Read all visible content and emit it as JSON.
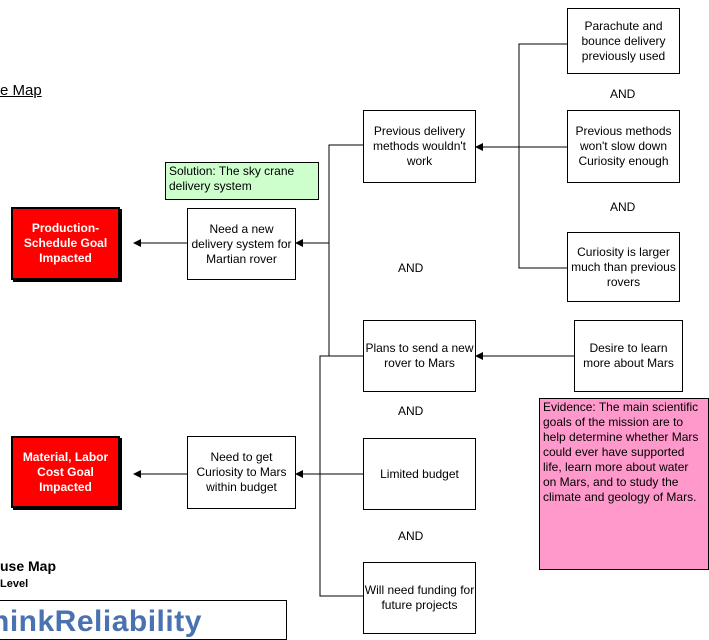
{
  "page": {
    "title_fragment": "e Map",
    "footer_title": "use Map",
    "footer_level": "Level",
    "logo_text": "hinkReliability"
  },
  "goals": {
    "production": "Production-Schedule Goal Impacted",
    "cost": "Material, Labor Cost Goal Impacted"
  },
  "causes": {
    "need_delivery": "Need a new delivery system for Martian rover",
    "need_budget": "Need to get Curiosity to Mars within budget",
    "prev_delivery": "Previous delivery methods wouldn't work",
    "plans_rover": "Plans to send a new rover to Mars",
    "limited_budget": "Limited budget",
    "future_funding": "Will need funding for future projects",
    "parachute": "Parachute and bounce delivery previously used",
    "prev_methods": "Previous methods won't slow down Curiosity enough",
    "larger": "Curiosity is larger much than previous rovers",
    "desire": "Desire to learn more about Mars"
  },
  "notes": {
    "solution": "Solution: The sky crane delivery system",
    "evidence": "Evidence:  The main scientific goals of the mission are to help determine whether Mars could ever have supported life, learn more about water on Mars, and to study the climate and geology of Mars."
  },
  "and_label": "AND",
  "colors": {
    "goal_fill": "#ff0000",
    "solution_fill": "#ccffcc",
    "evidence_fill": "#ff99cc",
    "logo": "#4a72b0"
  }
}
